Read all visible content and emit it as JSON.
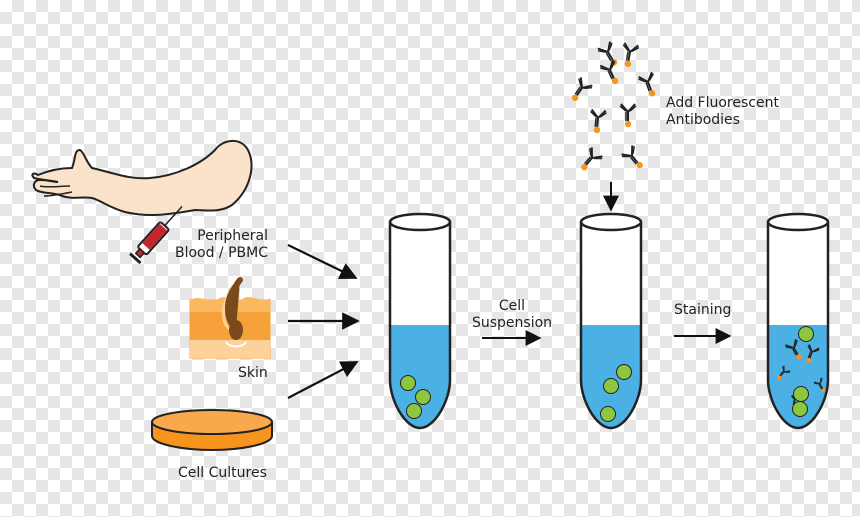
{
  "labels": {
    "peripheral_line1": "Peripheral",
    "peripheral_line2": "Blood / PBMC",
    "skin": "Skin",
    "cell_cultures": "Cell Cultures",
    "cell_suspension_line1": "Cell",
    "cell_suspension_line2": "Suspension",
    "staining": "Staining",
    "antibodies_line1": "Add Fluorescent",
    "antibodies_line2": "Antibodies"
  },
  "colors": {
    "skin_tone": "#fbe3cb",
    "liquid": "#4bb0e3",
    "cell": "#8dc63f",
    "dish": "#f7941d",
    "skin_layer": "#f6a13a",
    "hair": "#7a4a1c",
    "syringe": "#c1272d",
    "antibody_tip": "#f7941d"
  }
}
